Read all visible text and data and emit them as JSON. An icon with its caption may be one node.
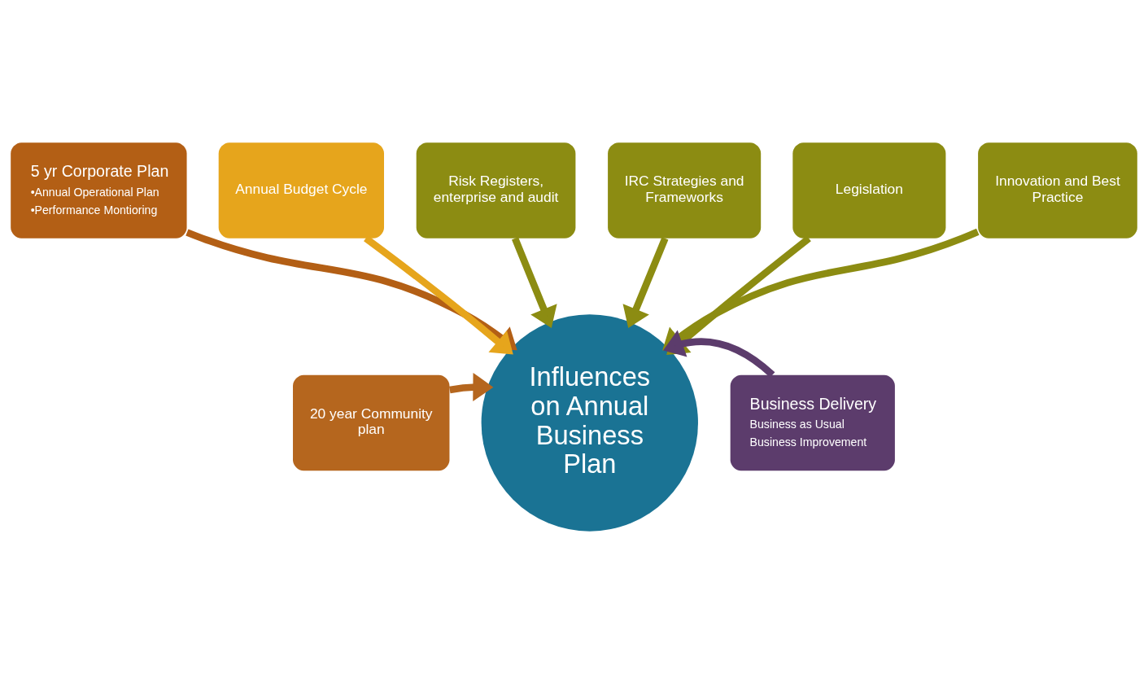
{
  "diagram": {
    "nodes": [
      {
        "text": [
          "Risk Registers, enterprise and audit"
        ]
      },
      {
        "text": [
          "IRC Strategies and Frameworks"
        ]
      },
      {
        "text": [
          "Annual Budget Cycle"
        ]
      },
      {
        "text": [
          "Legislation"
        ]
      },
      {
        "text": [
          "5 yr Corporate Plan",
          "•Annual Operational Plan",
          "•Performance Montioring"
        ]
      },
      {
        "text": [
          "Innovation and Best Practice"
        ]
      },
      {
        "text": [
          "Influences on Annual Business Plan"
        ]
      },
      {
        "text": [
          "20 year Community plan"
        ]
      },
      {
        "text": [
          "Business Delivery",
          "Business as Usual",
          "Business Improvement"
        ]
      }
    ],
    "edges": [
      {
        "from": 7,
        "to": 6,
        "arrow": "to",
        "color": "#b5661e"
      },
      {
        "from": 4,
        "to": 6,
        "arrow": "to",
        "color": "#b35f15"
      },
      {
        "from": 2,
        "to": 6,
        "arrow": "to",
        "color": "#e6a51c"
      },
      {
        "from": 0,
        "to": 6,
        "arrow": "to"
      },
      {
        "from": 1,
        "to": 6,
        "arrow": "to"
      },
      {
        "from": 3,
        "to": 6,
        "arrow": "to"
      },
      {
        "from": 5,
        "to": 6,
        "arrow": "to"
      },
      {
        "from": 8,
        "to": 6,
        "arrow": "to",
        "color": "#5c3c6c"
      }
    ]
  }
}
